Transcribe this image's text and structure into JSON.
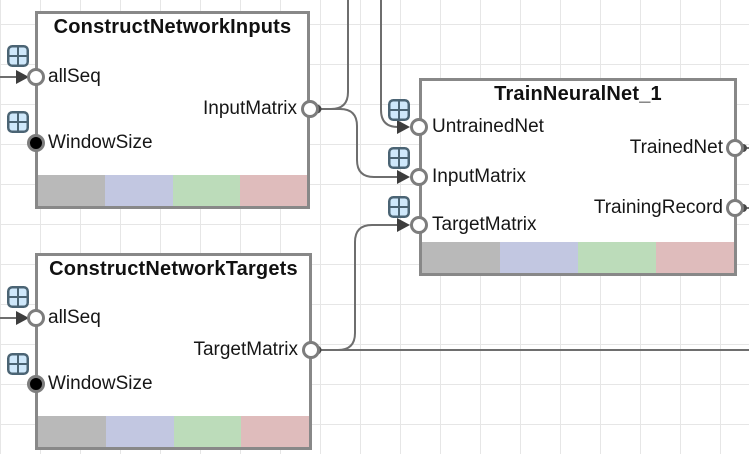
{
  "diagram": {
    "nodes": [
      {
        "title": "ConstructNetworkInputs",
        "inputs": [
          {
            "label": "allSeq",
            "kind": "wired",
            "icon": "table-icon"
          },
          {
            "label": "WindowSize",
            "kind": "constant",
            "icon": "table-icon"
          }
        ],
        "outputs": [
          {
            "label": "InputMatrix"
          }
        ]
      },
      {
        "title": "ConstructNetworkTargets",
        "inputs": [
          {
            "label": "allSeq",
            "kind": "wired",
            "icon": "table-icon"
          },
          {
            "label": "WindowSize",
            "kind": "constant",
            "icon": "table-icon"
          }
        ],
        "outputs": [
          {
            "label": "TargetMatrix"
          }
        ]
      },
      {
        "title": "TrainNeuralNet_1",
        "inputs": [
          {
            "label": "UntrainedNet",
            "kind": "wired",
            "icon": "table-icon"
          },
          {
            "label": "InputMatrix",
            "kind": "wired",
            "icon": "table-icon"
          },
          {
            "label": "TargetMatrix",
            "kind": "wired",
            "icon": "table-icon"
          }
        ],
        "outputs": [
          {
            "label": "TrainedNet"
          },
          {
            "label": "TrainingRecord"
          }
        ]
      }
    ],
    "colors": {
      "canvas_bg": "#ffffff",
      "grid_line": "#e6e6e6",
      "node_bg": "#ffffff",
      "node_border": "#888888",
      "title_text": "#111111",
      "label_text": "#161616",
      "wire": "#6e6e6e",
      "arrow": "#3d3d3d",
      "junction": "#474747",
      "port_ring": "#7d7d7d",
      "port_fill": "#ffffff",
      "port_const_fill": "#000000",
      "icon_fill": "#cfe8fb",
      "icon_border": "#4b6474",
      "bar_segments": [
        "#b9b9b9",
        "#c2c7e1",
        "#bcdcba",
        "#dfbcbc"
      ]
    }
  }
}
